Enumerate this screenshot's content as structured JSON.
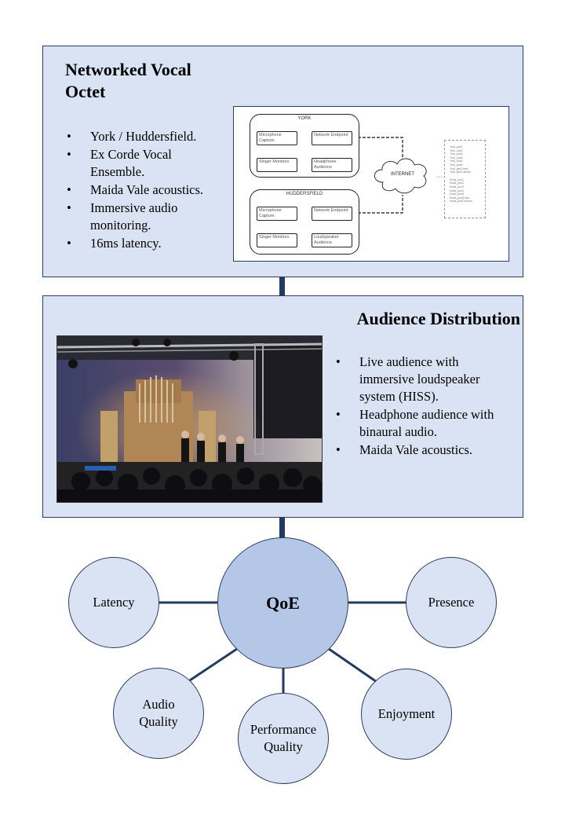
{
  "top_panel": {
    "title": "Networked Vocal Octet",
    "bullets": [
      "York / Huddersfield.",
      "Ex Corde Vocal Ensemble.",
      "Maida Vale acoustics.",
      "Immersive audio monitoring.",
      "16ms latency."
    ],
    "diagram": {
      "york": {
        "title": "YORK",
        "nodes": [
          "Microphone Capture",
          "Network Endpoint",
          "Singer Monitors",
          "Headphone Audience"
        ]
      },
      "huddersfield": {
        "title": "HUDDERSFIELD",
        "nodes": [
          "Microphone Capture",
          "Network Endpoint",
          "Singer Monitors",
          "Loudspeaker Audience"
        ]
      },
      "cloud": "INTERNET",
      "log_lines": [
        "York_pos1",
        "York_pos2",
        "York_pos3",
        "York_pos4",
        "York_pos5",
        "York_pos6",
        "York_jackTrack",
        "York_jackCannon",
        "Hudd_pos1",
        "Hudd_pos2",
        "Hudd_pos3",
        "Hudd_pos4",
        "Hudd_pos5",
        "Hudd_jackTrack",
        "Hudd_jackCannon"
      ]
    }
  },
  "bottom_panel": {
    "title": "Audience Distribution",
    "bullets": [
      "Live audience with immersive loudspeaker system (HISS).",
      "Headphone audience with binaural audio.",
      "Maida Vale acoustics."
    ]
  },
  "qoe": {
    "center": "QoE",
    "factors": {
      "latency": "Latency",
      "presence": "Presence",
      "audio_quality": "Audio Quality",
      "performance_quality": "Performance Quality",
      "enjoyment": "Enjoyment"
    }
  },
  "colors": {
    "panel_fill": "#dae3f3",
    "center_fill": "#b4c7e7",
    "connector": "#243a5e"
  }
}
